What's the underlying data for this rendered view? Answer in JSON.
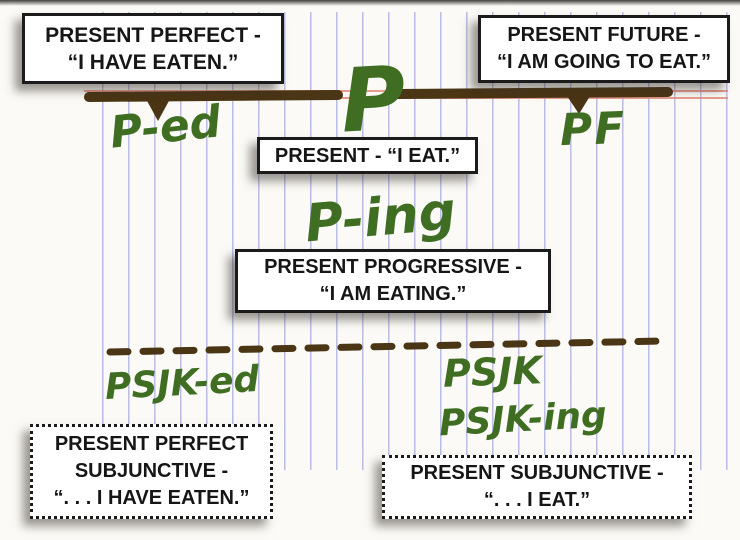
{
  "title": "Present tense timeline diagram (hand-drawn notes)",
  "colors": {
    "paper": "#fbfaf6",
    "rule_blue": "#adb3de",
    "margin_red": "#e49181",
    "marker_brown": "#4a3514",
    "marker_green": "#3f6e23",
    "box_border": "#1b1b1b",
    "box_bg": "#ffffff"
  },
  "boxes": {
    "present_perfect": {
      "line1": "PRESENT PERFECT -",
      "line2": "“I HAVE EATEN.”"
    },
    "present_future": {
      "line1": "PRESENT FUTURE -",
      "line2": "“I AM GOING TO EAT.”"
    },
    "present": {
      "line1": "PRESENT - “I EAT.”"
    },
    "present_progressive": {
      "line1": "PRESENT PROGRESSIVE -",
      "line2": "“I AM EATING.”"
    },
    "present_perfect_subjunctive": {
      "line1": "PRESENT PERFECT",
      "line2": "SUBJUNCTIVE -",
      "line3": "“. . . I HAVE EATEN.”"
    },
    "present_subjunctive": {
      "line1": "PRESENT SUBJUNCTIVE -",
      "line2": "“. . . I EAT.”"
    }
  },
  "annotations": {
    "p_ed": "P-ed",
    "p": "P",
    "pf": "PF",
    "p_ing": "P-ing",
    "psjk_ed": "PSJK-ed",
    "psjk": "PSJK",
    "psjk_ing": "PSJK-ing"
  }
}
